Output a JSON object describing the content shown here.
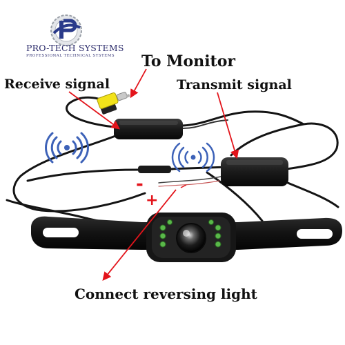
{
  "logo": {
    "name": "PRO-TECH SYSTEMS",
    "tagline": "PROFESSIONAL TECHNICAL SYSTEMS"
  },
  "labels": {
    "to_monitor": "To Monitor",
    "receive_signal": "Receive signal",
    "transmit_signal": "Transmit signal",
    "connect_reversing_light": "Connect reversing light"
  },
  "signs": {
    "minus": "-",
    "plus": "+"
  },
  "colors": {
    "arrow": "#e3141b",
    "cable": "#141414",
    "rca_connector": "#f2e21a",
    "wifi_waves": "#3d62b8",
    "led": "#5ab84a"
  }
}
